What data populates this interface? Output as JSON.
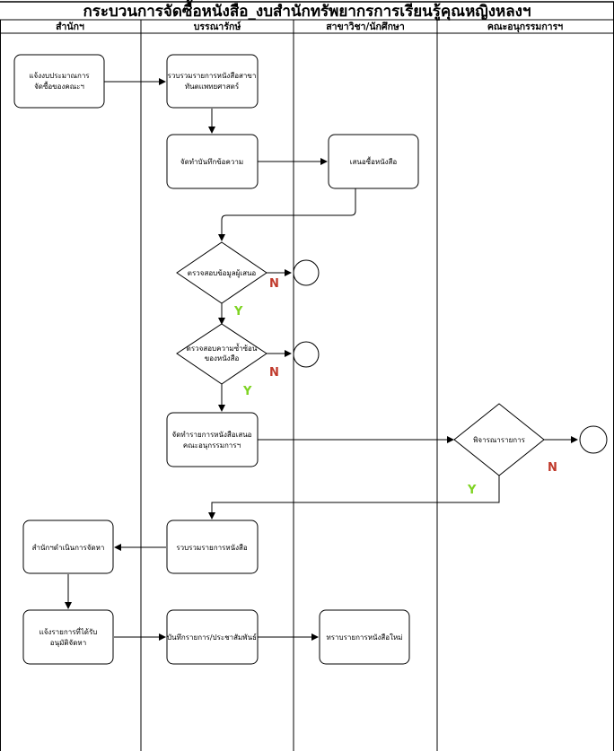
{
  "title": "กระบวนการจัดซื้อหนังสือ_งบสำนักทรัพยากรการเรียนรู้คุณหญิงหลงฯ",
  "lanes": [
    "สำนักฯ",
    "บรรณารักษ์",
    "สาขาวิชา/นักศึกษา",
    "คณะอนุกรรมการฯ"
  ],
  "nodes": {
    "n1": [
      "แจ้งงบประมาณการ",
      "จัดซื้อของคณะฯ"
    ],
    "n2": [
      "รวบรวมรายการหนังสือสาขา",
      "ทันตแพทยศาสตร์"
    ],
    "n3": [
      "จัดทำบันทึกข้อความ"
    ],
    "n4": [
      "เสนอซื้อหนังสือ"
    ],
    "d1": [
      "ตรวจสอบข้อมูลผู้เสนอ"
    ],
    "d2": [
      "ตรวจสอบความซ้ำซ้อน",
      "ของหนังสือ"
    ],
    "n5": [
      "จัดทำรายการหนังสือเสนอ",
      "คณะอนุกรรมการฯ"
    ],
    "d3": [
      "พิจารณารายการ"
    ],
    "n6": [
      "รวบรวมรายการหนังสือ"
    ],
    "n7": [
      "สำนักฯดำเนินการจัดหา"
    ],
    "n8": [
      "แจ้งรายการที่ได้รับ",
      "อนุมัติจัดหา"
    ],
    "n9": [
      "บันทึกรายการ/ประชาสัมพันธ์"
    ],
    "n10": [
      "ทราบรายการหนังสือใหม่"
    ]
  },
  "labels": {
    "yes": "Y",
    "no": "N"
  },
  "colors": {
    "yes": "#7ed321",
    "no": "#c0392b",
    "line": "#000000"
  }
}
